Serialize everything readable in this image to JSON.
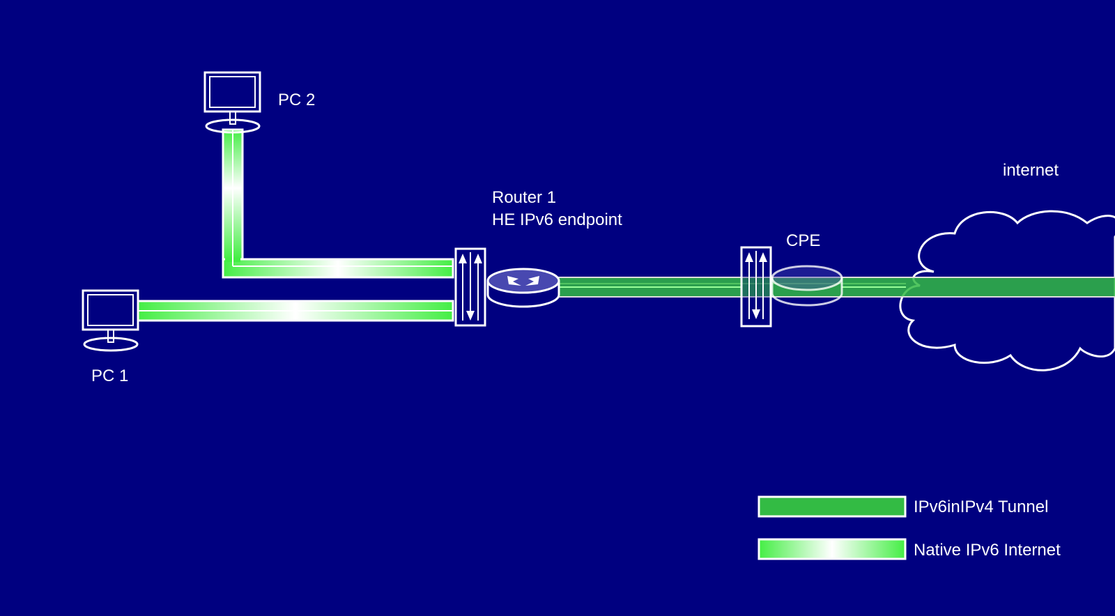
{
  "labels": {
    "pc2": "PC 2",
    "pc1": "PC 1",
    "router1_name": "Router 1",
    "router1_role": "HE IPv6 endpoint",
    "cpe": "CPE",
    "internet": "internet"
  },
  "legend": {
    "tunnel": "IPv6inIPv4 Tunnel",
    "native": "Native IPv6 Internet"
  },
  "colors": {
    "background": "#000080",
    "tunnel": "#33bb44",
    "native": "#44ee44"
  }
}
